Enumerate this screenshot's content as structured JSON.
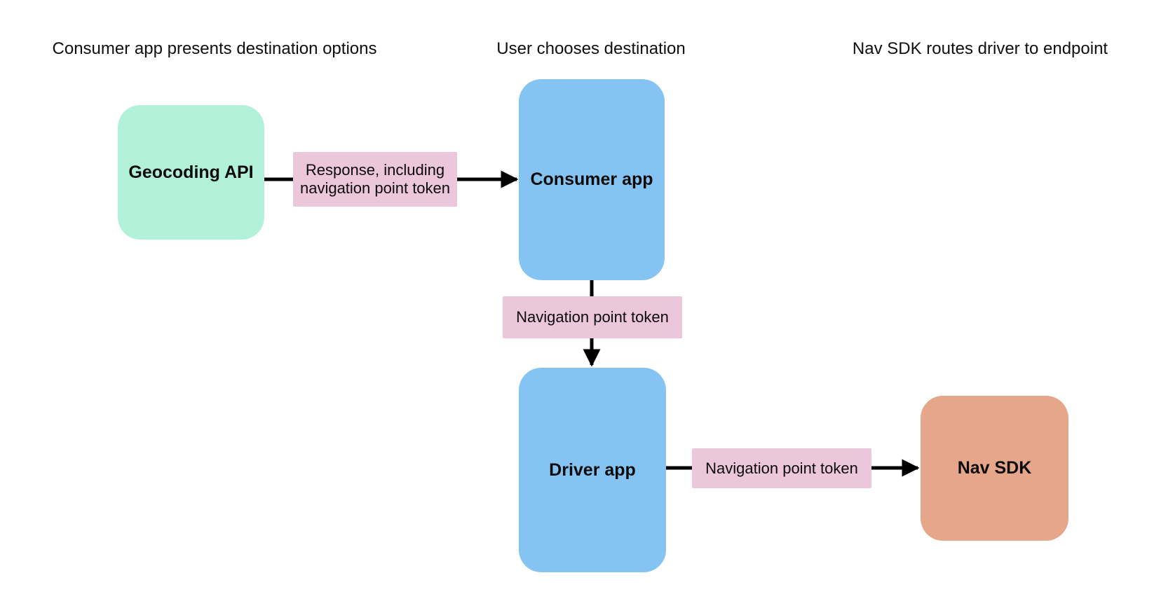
{
  "diagram": {
    "headers": [
      {
        "label": "Consumer app presents destination options"
      },
      {
        "label": "User chooses destination"
      },
      {
        "label": "Nav SDK routes driver to endpoint"
      }
    ],
    "nodes": [
      {
        "id": "geocoding-api",
        "label": "Geocoding API",
        "color": "#B2F1D9"
      },
      {
        "id": "consumer-app",
        "label": "Consumer app",
        "color": "#85C4F2"
      },
      {
        "id": "driver-app",
        "label": "Driver app",
        "color": "#85C4F2"
      },
      {
        "id": "nav-sdk",
        "label": "Nav SDK",
        "color": "#E6A689"
      }
    ],
    "edge_labels": [
      {
        "label": "Response, including navigation point token"
      },
      {
        "label": "Navigation point token"
      },
      {
        "label": "Navigation point token"
      }
    ],
    "colors": {
      "edge_label_bg": "#ECC6DA",
      "arrow": "#000000",
      "background": "#FFFFFF",
      "text": "#0B0B0B"
    }
  }
}
